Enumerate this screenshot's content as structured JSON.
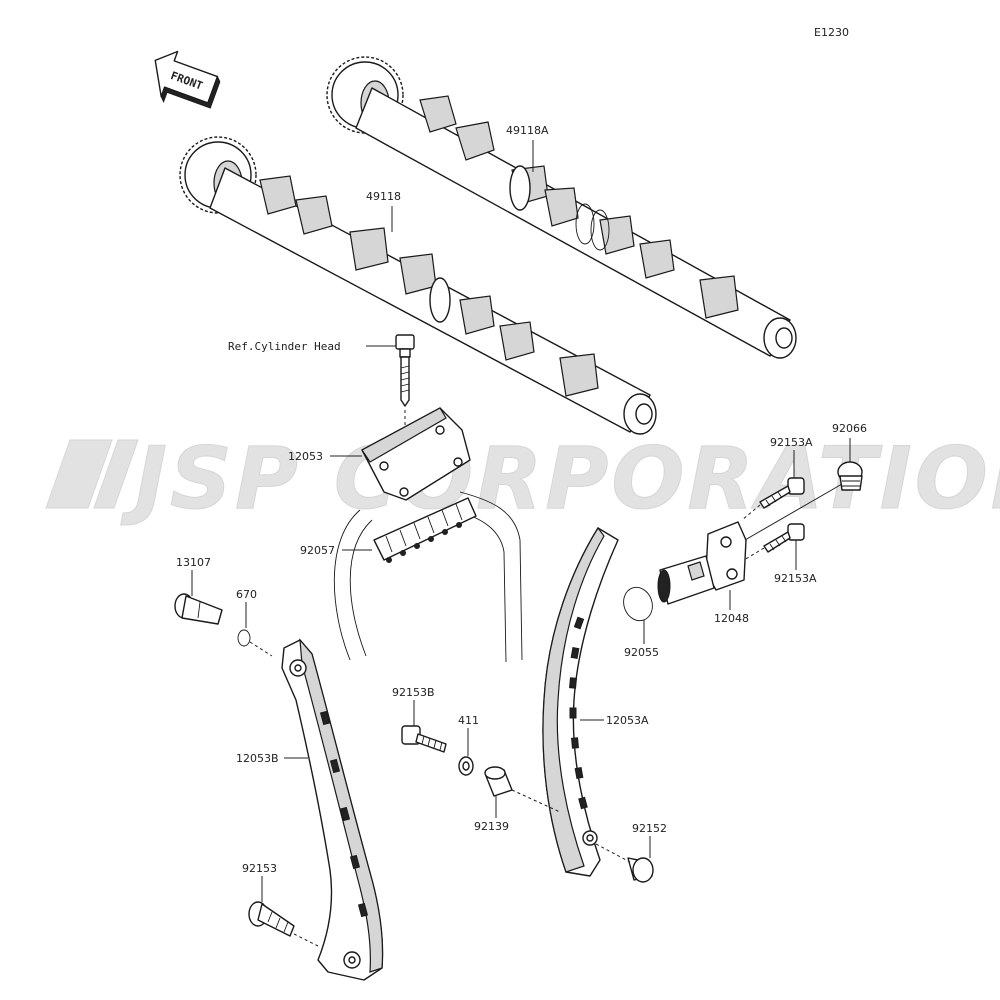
{
  "diagram_code": "E1230",
  "front_label": "FRONT",
  "watermark": "JSP CORPORATION",
  "labels": {
    "p49118A": "49118A",
    "p49118": "49118",
    "ref_cyl": "Ref.Cylinder Head",
    "p12053": "12053",
    "p92153A_top": "92153A",
    "p92066": "92066",
    "p92057": "92057",
    "p13107": "13107",
    "p670": "670",
    "p92153A_bot": "92153A",
    "p12048": "12048",
    "p92055": "92055",
    "p92153B": "92153B",
    "p411": "411",
    "p12053A": "12053A",
    "p12053B": "12053B",
    "p92139": "92139",
    "p92152": "92152",
    "p92153": "92153"
  }
}
